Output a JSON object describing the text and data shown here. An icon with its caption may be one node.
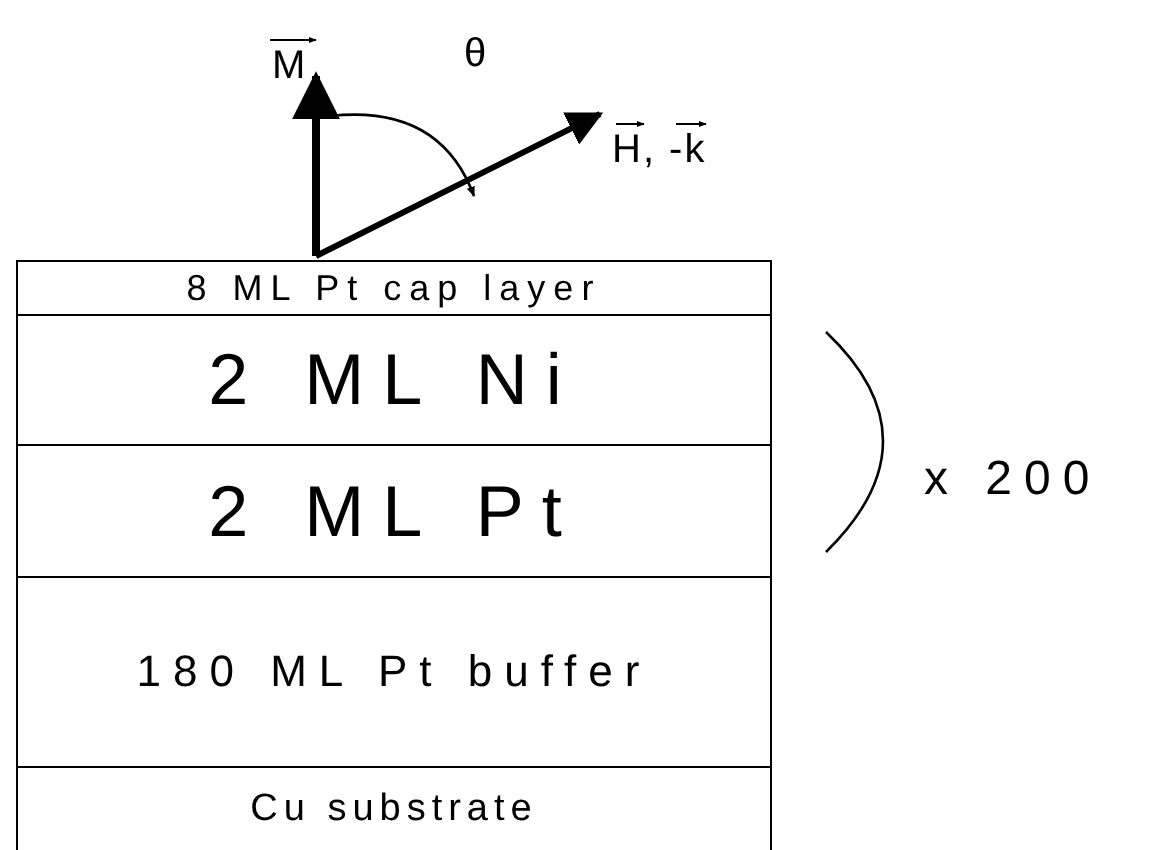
{
  "diagram": {
    "nodes": [
      {
        "text": [
          "8 ML Pt cap layer"
        ]
      },
      {
        "text": [
          "2 ML Ni"
        ]
      },
      {
        "text": [
          "2 ML Pt"
        ]
      },
      {
        "text": [
          "180 ML Pt buffer"
        ]
      },
      {
        "text": [
          "Cu substrate"
        ]
      }
    ],
    "edges": [],
    "labels": [
      "M",
      "θ",
      "H, -k",
      "x 200"
    ]
  }
}
